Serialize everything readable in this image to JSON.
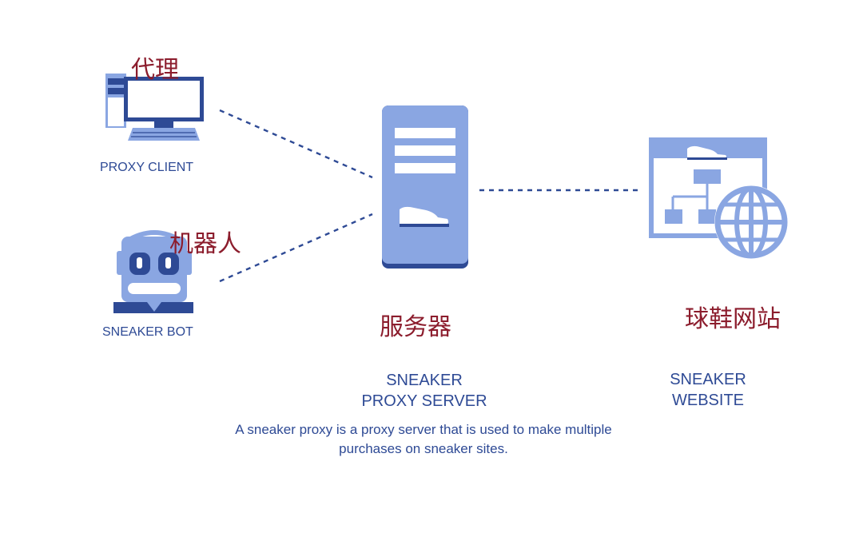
{
  "nodes": {
    "proxy_client": {
      "label": "PROXY CLIENT",
      "label_zh": "代理",
      "icon": "desktop-computer-icon"
    },
    "sneaker_bot": {
      "label": "SNEAKER BOT",
      "label_zh": "机器人",
      "icon": "robot-icon"
    },
    "proxy_server": {
      "label_line1": "SNEAKER",
      "label_line2": "PROXY SERVER",
      "label_zh": "服务器",
      "icon": "server-icon"
    },
    "website": {
      "label_line1": "SNEAKER",
      "label_line2": "WEBSITE",
      "label_zh": "球鞋网站",
      "icon": "website-globe-icon"
    }
  },
  "caption": {
    "line1": "A sneaker proxy is a proxy server that is used to make multiple",
    "line2": "purchases on sneaker sites."
  },
  "colors": {
    "icon_light": "#8aa6e2",
    "icon_dark": "#2e4a95",
    "label_text": "#2e4a95",
    "annotation_text": "#8c1d2d",
    "connector": "#2e4a95"
  }
}
